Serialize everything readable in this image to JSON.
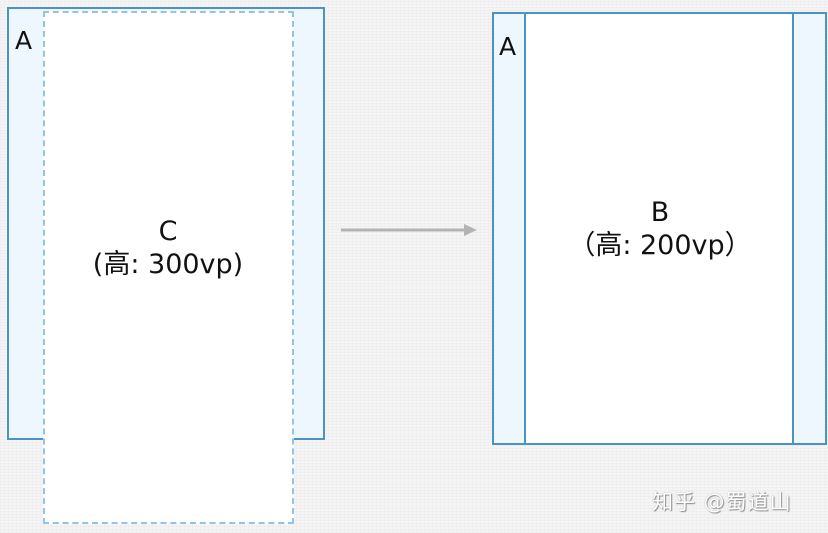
{
  "left_diagram": {
    "outer_label": "A",
    "inner_label": "C",
    "inner_height_label": "(高: 300vp)"
  },
  "right_diagram": {
    "outer_label": "A",
    "inner_label": "B",
    "inner_height_label": "（高: 200vp）"
  },
  "arrow": {
    "icon": "arrow-right-icon",
    "color": "#b3b3b3"
  },
  "watermark": {
    "text": "知乎 @蜀道山"
  },
  "colors": {
    "outer_border": "#4b93c2",
    "outer_fill": "#eef7fd",
    "dashed_border": "#93c3e5",
    "inner_fill": "#ffffff"
  }
}
